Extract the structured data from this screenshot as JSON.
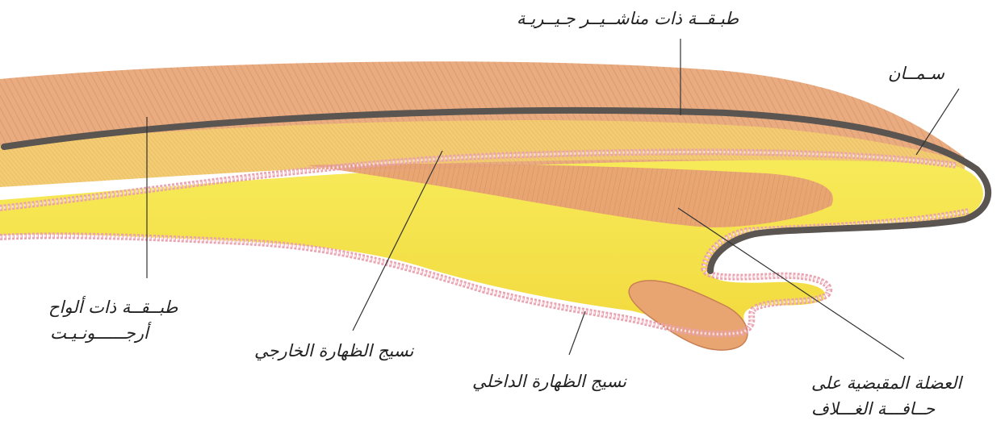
{
  "labels": {
    "prismatic": "طبـقــة ذات مناشــيــر جـيــريـة",
    "periostracum": "سـمــان",
    "argonite_line1": "طبــقــة ذات ألواح",
    "argonite_line2": "أرجــــــونـيـت",
    "outer_epithelium": "نسيج الظهارة الخارجي",
    "inner_epithelium": "نسيج الظهارة الداخلي",
    "muscle_line1": "العضلة المقبضية على",
    "muscle_line2": "حــافـــة الغـــلاف"
  },
  "colors": {
    "shell": "#e8a77a",
    "periostracum_line": "#5a5550",
    "prismatic": "#f1c96a",
    "mantle": "#f4e44b",
    "epithelium": "#f3b8c2",
    "muscle": "#e49a6d"
  }
}
